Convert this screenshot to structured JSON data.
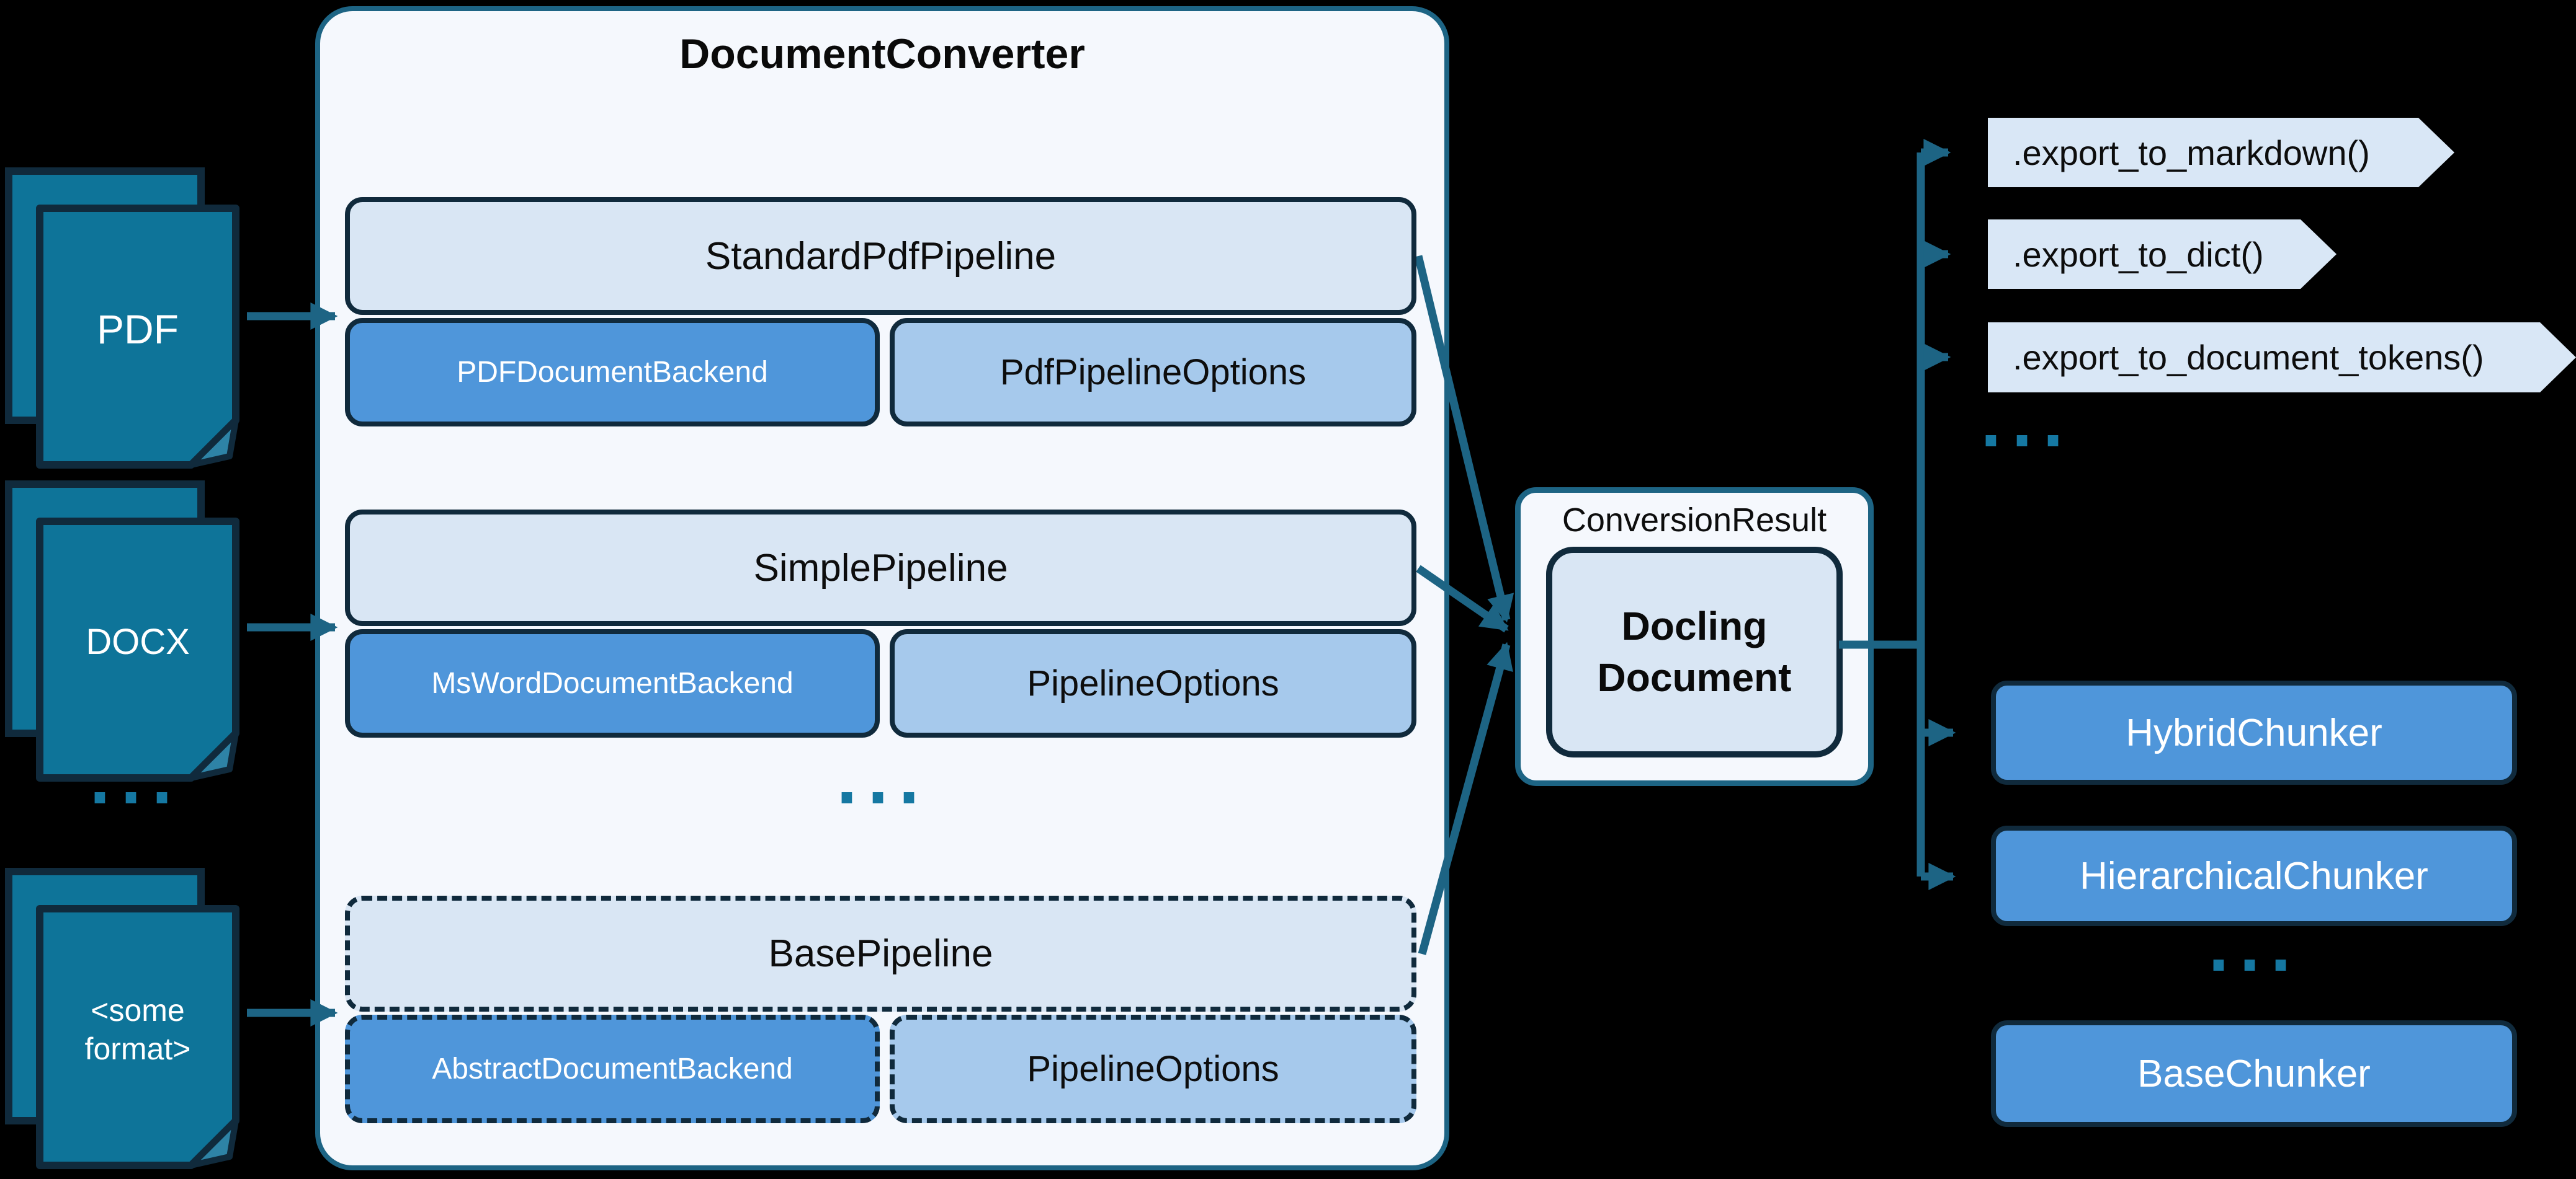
{
  "title": "DocumentConverter",
  "inputs": [
    {
      "label": "PDF"
    },
    {
      "label": "DOCX"
    },
    {
      "label": "<some format>",
      "lines": [
        "<some",
        "format>"
      ]
    }
  ],
  "inputs_ellipsis": "...",
  "pipelines": [
    {
      "name": "StandardPdfPipeline",
      "backend": "PDFDocumentBackend",
      "options": "PdfPipelineOptions"
    },
    {
      "name": "SimplePipeline",
      "backend": "MsWordDocumentBackend",
      "options": "PipelineOptions"
    },
    {
      "name": "BasePipeline",
      "backend": "AbstractDocumentBackend",
      "options": "PipelineOptions"
    }
  ],
  "pipelines_ellipsis": "...",
  "conversion_result": {
    "label": "ConversionResult",
    "document_lines": [
      "Docling",
      "Document"
    ]
  },
  "exports": [
    ".export_to_markdown()",
    ".export_to_dict()",
    ".export_to_document_tokens()"
  ],
  "exports_ellipsis": "...",
  "chunkers": [
    "HybridChunker",
    "HierarchicalChunker",
    "BaseChunker"
  ],
  "chunkers_ellipsis": "...",
  "colors": {
    "background": "#000000",
    "accent_teal": "#1d6484",
    "dark_navy_border": "#102a3c",
    "light_blue_fill": "#d9e6f4",
    "mid_blue_fill": "#a6c9ec",
    "bright_blue_fill": "#4f96da",
    "document_teal": "#0e7499",
    "panel_background": "#f5f8fd",
    "ellipsis_dots": "#1578a2",
    "text_dark": "#0d0d0d",
    "text_light": "#ffffff"
  }
}
